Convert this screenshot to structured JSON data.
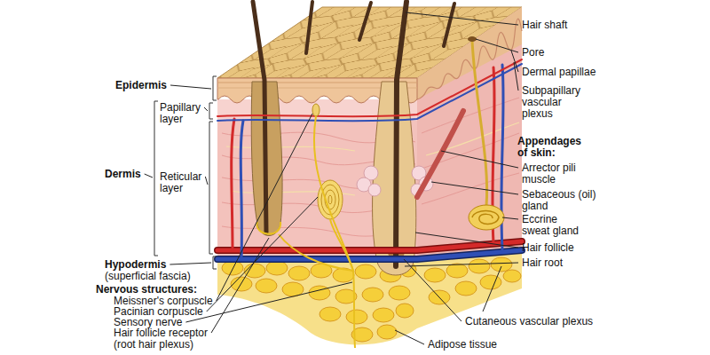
{
  "diagram": {
    "labels": [
      "Hair shaft",
      "Pore",
      "Dermal papillae",
      "Epidermis",
      "Subpapillary vascular plexus",
      "Papillary layer",
      "Appendages of skin:",
      "Arrector pili muscle",
      "Dermis",
      "Reticular layer",
      "Sebaceous (oil) gland",
      "Eccrine sweat gland",
      "Hair follicle",
      "Hair root",
      "Hypodermis",
      "(superficial fascia)",
      "Nervous structures:",
      "Meissner's corpuscle",
      "Pacinian corpuscle",
      "Cutaneous vascular plexus",
      "Sensory nerve",
      "Adipose tissue",
      "Hair follicle receptor (root hair plexus)"
    ]
  }
}
